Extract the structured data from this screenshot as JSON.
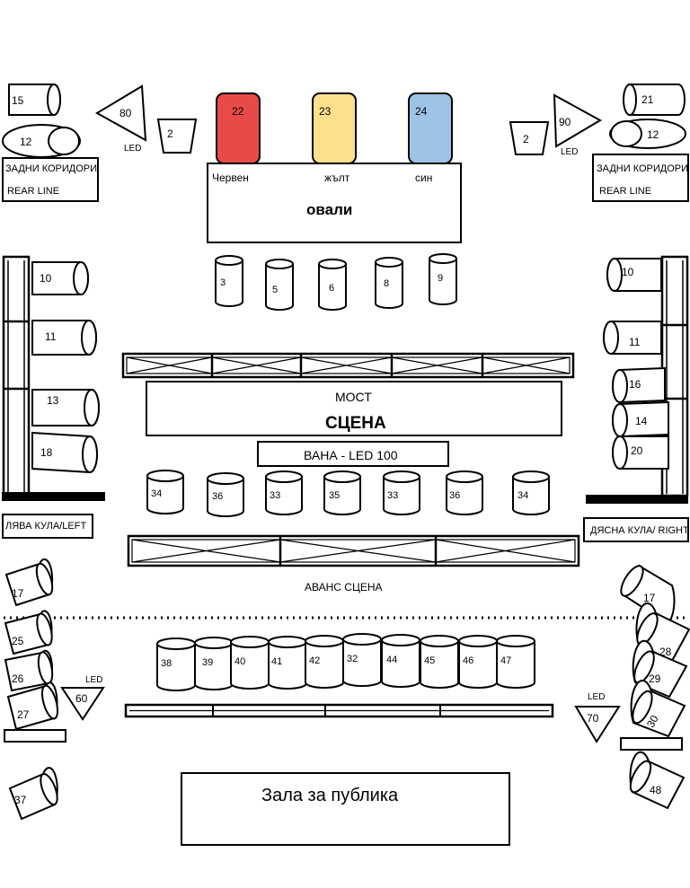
{
  "top_colored": [
    {
      "num": "22",
      "color": "#e84a4a",
      "caption": "Червен"
    },
    {
      "num": "23",
      "color": "#fde08e",
      "caption": "жълт"
    },
    {
      "num": "24",
      "color": "#9fc3e6",
      "caption": "син"
    }
  ],
  "ovals_label": "овали",
  "rear_left": {
    "label1": "ЗАДНИ КОРИДОРИ",
    "label2": "REAR LINE",
    "lamp_top": "15",
    "lamp_oval": "12",
    "tri": "80",
    "tri_led": "LED",
    "trap": "2"
  },
  "rear_right": {
    "label1": "ЗАДНИ КОРИДОРИ",
    "label2": "REAR LINE",
    "lamp_top": "21",
    "lamp_oval": "12",
    "tri": "90",
    "tri_led": "LED",
    "trap": "2"
  },
  "front_cans": [
    "3",
    "5",
    "6",
    "8",
    "9"
  ],
  "left_tower": {
    "label": "ЛЯВА КУЛА/LEFT",
    "lamps": [
      "10",
      "11",
      "13",
      "18"
    ]
  },
  "right_tower": {
    "label": "ДЯСНА КУЛА/ RIGHT",
    "lamps": [
      "10",
      "11",
      "16",
      "14",
      "20"
    ]
  },
  "stage": {
    "line1": "МОСТ",
    "line2": "СЦЕНА"
  },
  "vana_label": "ВАНА - LED 100",
  "floor_cans": [
    "34",
    "36",
    "33",
    "35",
    "33",
    "36",
    "34"
  ],
  "avans_label": "АВАНС СЦЕНА",
  "left_front": {
    "lamps": [
      "17",
      "25",
      "26",
      "27",
      "37"
    ],
    "tri": "60",
    "tri_led": "LED"
  },
  "right_front": {
    "lamps": [
      "17",
      "28",
      "29",
      "30",
      "48"
    ],
    "tri": "70",
    "tri_led": "LED"
  },
  "front_row": [
    "38",
    "39",
    "40",
    "41",
    "42",
    "32",
    "44",
    "45",
    "46",
    "47"
  ],
  "audience_label": "Зала за публика"
}
